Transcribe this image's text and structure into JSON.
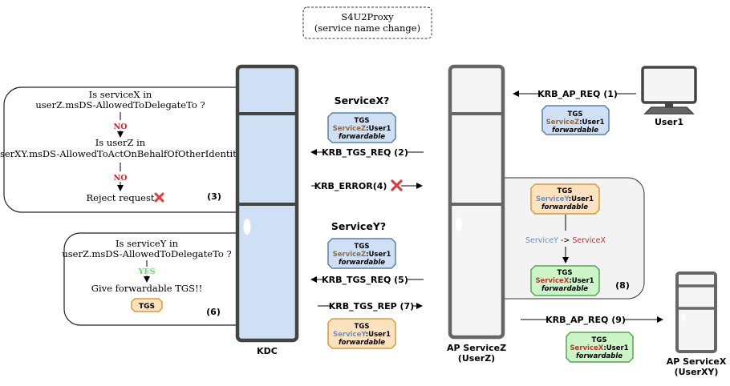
{
  "title": {
    "line1": "S4U2Proxy",
    "line2": "(service name change)"
  },
  "servers": {
    "kdc": "KDC",
    "serviceZ_line1": "AP ServiceZ",
    "serviceZ_line2": "(UserZ)",
    "serviceX_line1": "AP ServiceX",
    "serviceX_line2": "(UserXY)",
    "user": "User1"
  },
  "panel3": {
    "q1_line1": "Is serviceX in",
    "q1_line2": "userZ.msDS-AllowedToDelegateTo ?",
    "no1": "NO",
    "q2_line1": "Is userZ in",
    "q2_line2": "userXY.msDS-AllowedToActOnBehalfOfOtherIdentity?",
    "no2": "NO",
    "result": "Reject request",
    "step": "(3)"
  },
  "panel6": {
    "q1_line1": "Is serviceY in",
    "q1_line2": "userZ.msDS-AllowedToDelegateTo ?",
    "yes": "YES",
    "result": "Give forwardable TGS!!",
    "ticket": "TGS",
    "step": "(6)"
  },
  "panel8": {
    "from": "ServiceY",
    "arrow": "->",
    "to": "ServiceX",
    "step": "(8)"
  },
  "labels": {
    "serviceX_q": "ServiceX?",
    "serviceY_q": "ServiceY?",
    "krb_ap_req_1": "KRB_AP_REQ (1)",
    "krb_tgs_req_2": "KRB_TGS_REQ (2)",
    "krb_error_4": "KRB_ERROR(4)",
    "krb_tgs_req_5": "KRB_TGS_REQ (5)",
    "krb_tgs_rep_7": "KRB_TGS_REP (7)",
    "krb_ap_req_9": "KRB_AP_REQ (9)"
  },
  "tickets": {
    "t_user": {
      "title": "TGS",
      "service": "ServiceZ",
      "user": ":User1",
      "flag": "forwardable"
    },
    "t_req2": {
      "title": "TGS",
      "service": "ServiceZ",
      "user": ":User1",
      "flag": "forwardable"
    },
    "t_req5": {
      "title": "TGS",
      "service": "ServiceZ",
      "user": ":User1",
      "flag": "forwardable"
    },
    "t_rep7": {
      "title": "TGS",
      "service": "ServiceY",
      "user": ":User1",
      "flag": "forwardable"
    },
    "t_p8a": {
      "title": "TGS",
      "service": "ServiceY",
      "user": ":User1",
      "flag": "forwardable"
    },
    "t_p8b": {
      "title": "TGS",
      "service": "ServiceX",
      "user": ":User1",
      "flag": "forwardable"
    },
    "t_ap9": {
      "title": "TGS",
      "service": "ServiceX",
      "user": ":User1",
      "flag": "forwardable"
    }
  },
  "colors": {
    "blue_fill": "#cfe0f5",
    "blue_stroke": "#5a7fa8",
    "orange_fill": "#fde2c0",
    "orange_stroke": "#d99a3a",
    "green_fill": "#ccf5c8",
    "green_stroke": "#5aa352",
    "serviceZ_text": "#8b6a45",
    "serviceY_text": "#6a8fc0",
    "serviceX_text": "#b03a2e",
    "no_text": "#e02020",
    "yes_text": "#5ae05a"
  },
  "icons": {
    "reject": "x-mark-icon",
    "error": "x-mark-icon",
    "user": "computer-icon"
  }
}
